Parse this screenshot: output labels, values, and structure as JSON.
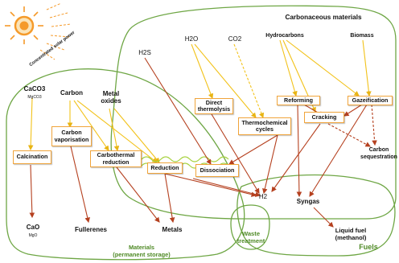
{
  "sun_label": "Concentrated solar power",
  "regions": {
    "carbonaceous": "Carbonaceous materials",
    "materials": "Materials\n(permanent storage)",
    "waste": "Waste\ntreatment",
    "fuels": "Fuels"
  },
  "sources": {
    "caco3": "CaCO3",
    "caco3_sub": "MgCO3",
    "carbon": "Carbon",
    "metal_oxides": "Metal\noxides",
    "h2s": "H2S",
    "h2o": "H2O",
    "co2": "CO2",
    "hydrocarbons": "Hydrocarbons",
    "biomass": "Biomass"
  },
  "processes": {
    "calcination": "Calcination",
    "carbon_vaporisation": "Carbon\nvaporisation",
    "carbothermal": "Carbothermal\nreduction",
    "reduction": "Reduction",
    "direct_thermolysis": "Direct\nthermolysis",
    "thermochemical": "Thermochemical\ncycles",
    "dissociation": "Dissociation",
    "reforming": "Reforming",
    "cracking": "Cracking",
    "gazeification": "Gazeification"
  },
  "products": {
    "cao": "CaO",
    "cao_sub": "MgO",
    "fullerenes": "Fullerenes",
    "metals": "Metals",
    "h2": "H2",
    "syngas": "Syngas",
    "liquid_fuel": "Liquid fuel\n(methanol)",
    "carbon_seq": "Carbon\nsequestration"
  },
  "colors": {
    "region_border": "#6ea644",
    "box_border": "#f0a43a",
    "feed_arrow": "#f2c21a",
    "product_arrow": "#b5401f",
    "wavy": "#a6d13c",
    "sun": "#f59a2a"
  }
}
